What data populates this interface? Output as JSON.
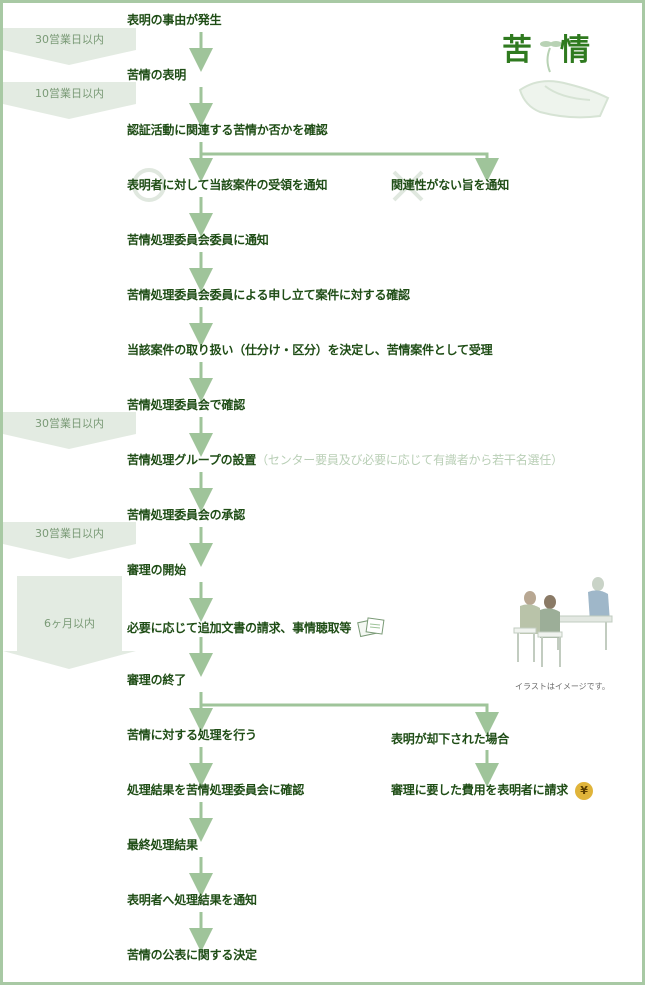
{
  "title": "苦情",
  "title_part_a": "苦",
  "title_part_b": "情",
  "steps": {
    "s1": "表明の事由が発生",
    "s2": "苦情の表明",
    "s3": "認証活動に関連する苦情か否かを確認",
    "s4a": "表明者に対して当該案件の受領を通知",
    "s4b": "関連性がない旨を通知",
    "s5": "苦情処理委員会委員に通知",
    "s6": "苦情処理委員会委員による申し立て案件に対する確認",
    "s7": "当該案件の取り扱い（仕分け・区分）を決定し、苦情案件として受理",
    "s8": "苦情処理委員会で確認",
    "s9": "苦情処理グループの設置",
    "s9_note": "（センター要員及び必要に応じて有識者から若干名選任）",
    "s10": "苦情処理委員会の承認",
    "s11": "審理の開始",
    "s12": "必要に応じて追加文書の請求、事情聴取等",
    "s13": "審理の終了",
    "s14a": "苦情に対する処理を行う",
    "s14b": "表明が却下された場合",
    "s15a": "処理結果を苦情処理委員会に確認",
    "s15b": "審理に要した費用を表明者に請求",
    "s16": "最終処理結果",
    "s17": "表明者へ処理結果を通知",
    "s18": "苦情の公表に関する決定"
  },
  "deadlines": {
    "d1": "30営業日以内",
    "d2": "10営業日以内",
    "d3": "30営業日以内",
    "d4": "30営業日以内",
    "d5": "6ヶ月以内"
  },
  "illustration_caption": "イラストはイメージです。",
  "yen_symbol": "¥",
  "colors": {
    "border": "#a8c9a4",
    "arrow": "#9fc49a",
    "text": "#1f4d16",
    "deadline_bg": "#e3ebe2",
    "deadline_text": "#7a9a76"
  }
}
